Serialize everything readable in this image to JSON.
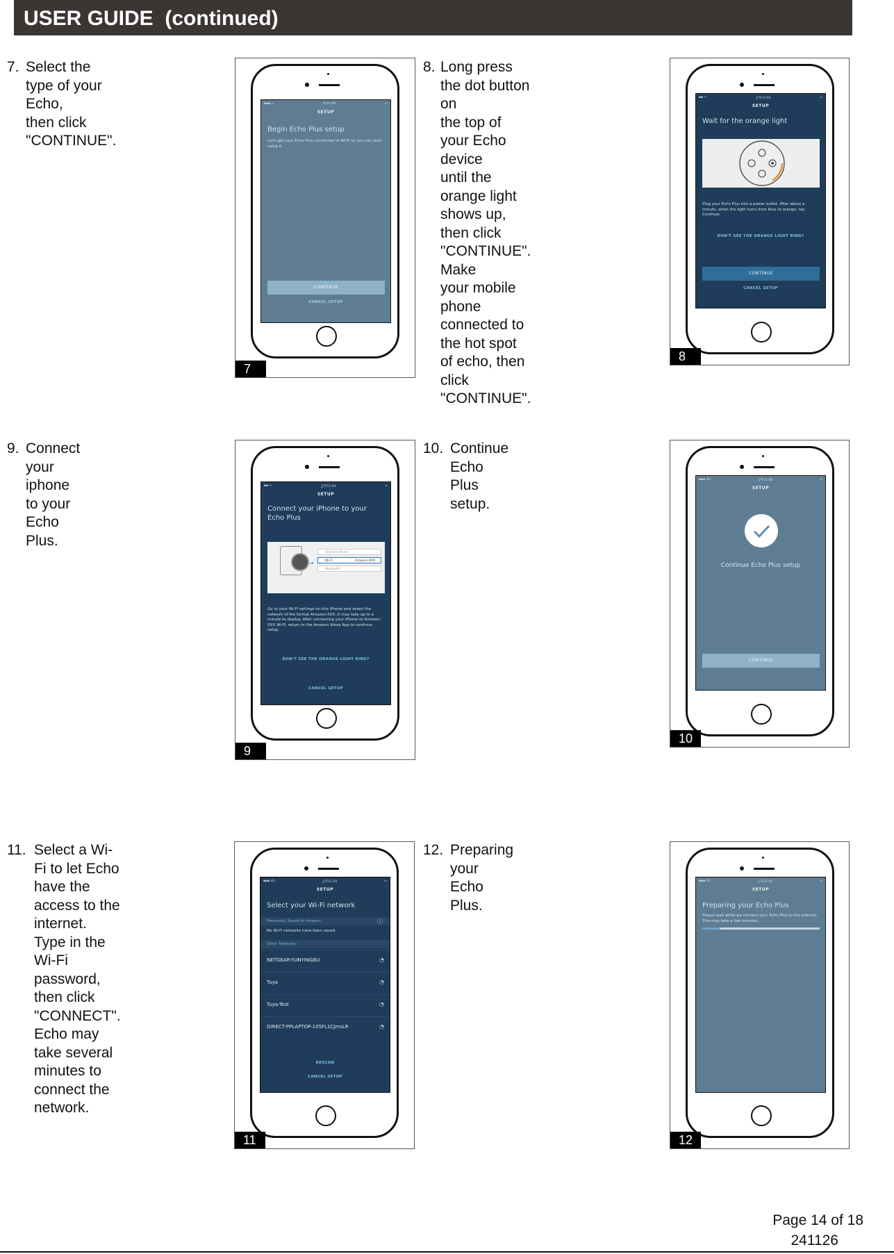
{
  "header": {
    "title": "USER GUIDE  (continued)"
  },
  "steps": [
    {
      "num": "7.",
      "lines": [
        "Select the type of your Echo,",
        "then click \"CONTINUE\"."
      ]
    },
    {
      "num": "8.",
      "lines": [
        "Long press the dot button on",
        "the top of your Echo device",
        "until the orange light shows up,",
        "then click \"CONTINUE\". Make",
        "your mobile phone connected to",
        "the hot spot of echo, then click",
        "\"CONTINUE\"."
      ]
    },
    {
      "num": "9.",
      "lines": [
        "Connect your iphone to your",
        "Echo Plus."
      ]
    },
    {
      "num": "10.",
      "lines": [
        "Continue Echo Plus setup."
      ]
    },
    {
      "num": "11.",
      "lines": [
        "Select a Wi-Fi to let Echo",
        "have the access to the",
        "internet. Type in the Wi-Fi",
        "password, then click",
        "\"CONNECT\". Echo may",
        "take several minutes to",
        "connect the network."
      ]
    },
    {
      "num": "12.",
      "lines": [
        "Preparing your Echo Plus."
      ]
    }
  ],
  "figures": {
    "f7": {
      "label": "7",
      "status_time": "4:44 PM",
      "heading": "SETUP",
      "title": "Begin Echo Plus setup",
      "body": "Let's get your Echo Plus connected to Wi-Fi so you can start using it.",
      "button": "CONTINUE",
      "cancel": "CANCEL SETUP"
    },
    "f8": {
      "label": "8",
      "status_time": "上午11:04",
      "heading": "SETUP",
      "title": "Wait for the orange light",
      "body": "Plug your Echo Plus into a power outlet. After about a minute, when the light turns from blue to orange, tap Continue.",
      "link": "DON'T SEE THE ORANGE LIGHT RING?",
      "button": "CONTINUE",
      "cancel": "CANCEL SETUP"
    },
    "f9": {
      "label": "9",
      "status_time": "上午11:04",
      "heading": "SETUP",
      "title": "Connect your iPhone to your Echo Plus",
      "settings_rows": [
        "Airplane Mode",
        "Wi-Fi",
        "Bluetooth"
      ],
      "settings_value": "Amazon-XXX",
      "body": "Go to your Wi-Fi settings on this iPhone and select the network of the format Amazon-XXX. It may take up to a minute to display. After connecting your iPhone to Amazon-XXX Wi-Fi, return to the Amazon Alexa App to continue setup.",
      "link": "DON'T SEE THE ORANGE LIGHT RING?",
      "cancel": "CANCEL SETUP"
    },
    "f10": {
      "label": "10",
      "status_time": "上午11:06",
      "heading": "SETUP",
      "title": "Continue Echo Plus setup",
      "button": "CONTINUE"
    },
    "f11": {
      "label": "11",
      "status_time": "上午11:05",
      "heading": "SETUP",
      "title": "Select your Wi-Fi network",
      "saved_header": "Previously Saved to Amazon",
      "saved_body": "No Wi-Fi networks have been saved.",
      "other_header": "Other Networks",
      "networks": [
        "NETGEAR-YUNYINGBU",
        "Tuya",
        "Tuya-Test",
        "DIRECT-PPLAPTOP-105FL1CJmsLR"
      ],
      "rescan": "RESCAN",
      "cancel": "CANCEL SETUP"
    },
    "f12": {
      "label": "12",
      "status_time": "上午11:05",
      "heading": "SETUP",
      "title": "Preparing your Echo Plus",
      "body": "Please wait while we connect your Echo Plus to the internet. This may take a few minutes.",
      "progress": 0.15
    }
  },
  "footer": {
    "page": "Page 14 of 18",
    "code": "241126"
  }
}
